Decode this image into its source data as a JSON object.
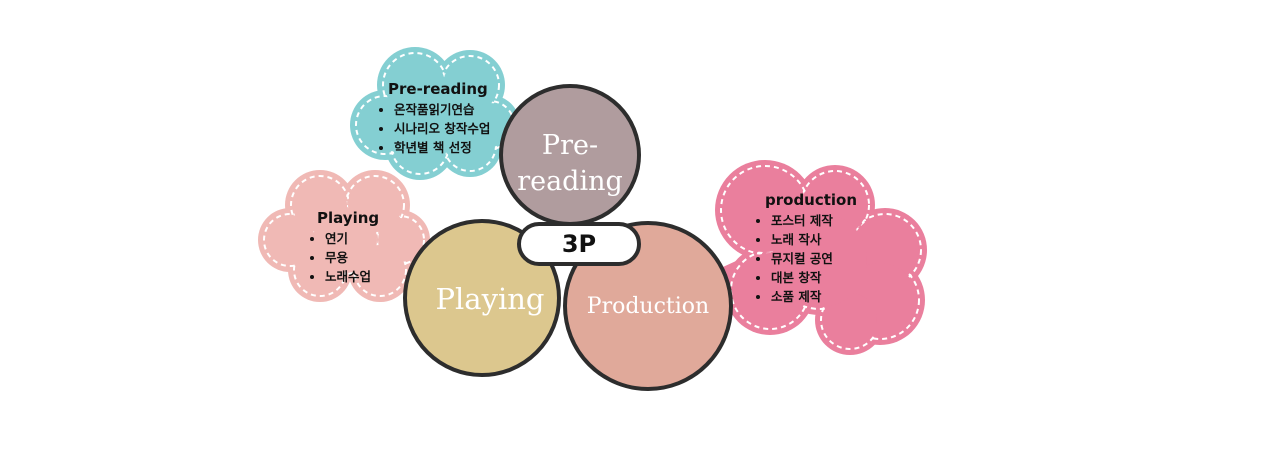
{
  "center_label": "3P",
  "circles": {
    "prereading": "Pre-\nreading",
    "playing": "Playing",
    "production": "Production"
  },
  "bubbles": {
    "prereading": {
      "title": "Pre-reading",
      "items": [
        "온작품읽기연습",
        "시나리오 창작수업",
        "학년별 책 선정"
      ]
    },
    "playing": {
      "title": "Playing",
      "items": [
        "연기",
        "무용",
        "노래수업"
      ]
    },
    "production": {
      "title": "production",
      "items": [
        "포스터 제작",
        "노래 작사",
        "뮤지컬 공연",
        "대본 창작",
        "소품 제작"
      ]
    }
  },
  "colors": {
    "teal": "#84cfd2",
    "salmon": "#f0b9b5",
    "pink": "#ea7f9d",
    "mauve": "#b09c9e",
    "sand": "#dcc78e",
    "peach": "#e0a99a",
    "outline": "#2d2d2d"
  }
}
